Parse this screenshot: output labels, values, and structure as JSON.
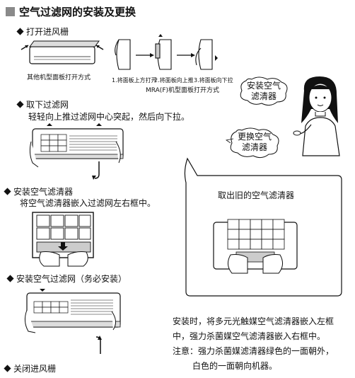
{
  "title": "空气过滤网的安装及更换",
  "steps": {
    "open_grille": "打开进风栅",
    "remove_filter": "取下过滤网",
    "remove_filter_desc": "轻轻向上推过滤网中心突起，然后向下拉。",
    "install_cleaner": "安装空气滤清器",
    "install_cleaner_desc": "将空气滤清器嵌入过滤网左右框中。",
    "install_filter": "安装空气过滤网（务必安装）",
    "close_grille": "关闭进风栅"
  },
  "captions": {
    "other_models": "其他机型面板打开方式",
    "mra_sub1": "1.将面板上方打开",
    "mra_sub2": "2.将面板向上推",
    "mra_sub3": "3.将面板向下拉",
    "mra_models": "MRA(F)机型面板打开方式"
  },
  "bubbles": {
    "install": "安装空气\n滤清器",
    "replace": "更换空气\n滤清器",
    "remove_old": "取出旧的空气滤清器"
  },
  "notes": {
    "line1": "安装时，将多元光触媒空气滤清器嵌入左框",
    "line2": "中，强力杀菌媒空气滤清器嵌入右框中。",
    "line3": "注意：强力杀菌媒滤清器绿色的一面朝外，",
    "line4": "白色的一面朝向机器。"
  },
  "icons": {
    "diamond": "diamond-bullet-icon",
    "square": "square-bullet-icon"
  }
}
